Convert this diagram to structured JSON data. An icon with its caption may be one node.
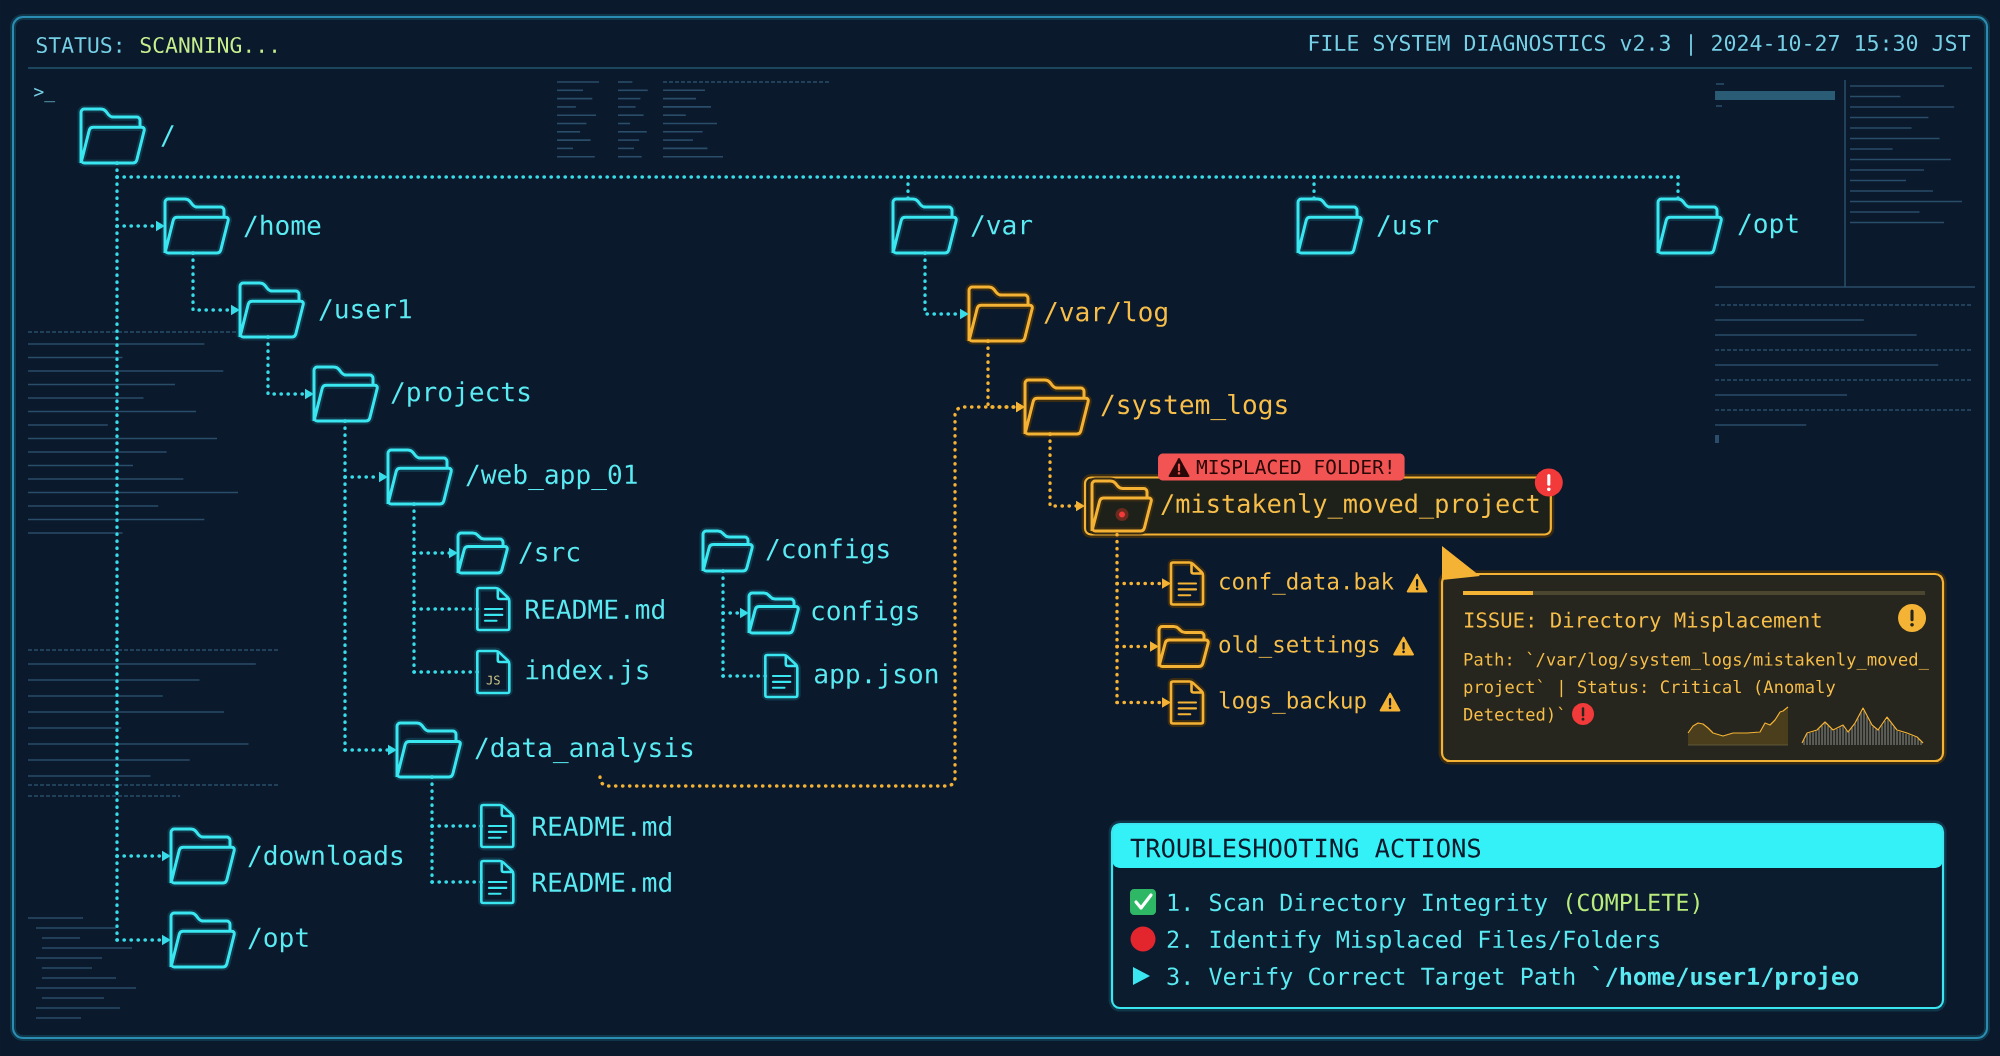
{
  "diagram": {
    "title": "FILE SYSTEM DIAGNOSTICS v2.3 | 2024-10-27 15:30 JST",
    "nodes": [
      {
        "text": [
          "/"
        ]
      },
      {
        "text": [
          "/home"
        ]
      },
      {
        "text": [
          "/var"
        ]
      },
      {
        "text": [
          "/usr"
        ]
      },
      {
        "text": [
          "/opt"
        ]
      },
      {
        "text": [
          "/user1"
        ]
      },
      {
        "text": [
          "/var/log"
        ]
      },
      {
        "text": [
          "/projects"
        ]
      },
      {
        "text": [
          "/system_logs"
        ]
      },
      {
        "text": [
          "MISPLACED FOLDER!"
        ]
      },
      {
        "text": [
          "/web_app_01"
        ]
      },
      {
        "text": [
          "/mistakenly_moved_project"
        ]
      },
      {
        "text": [
          "/src"
        ]
      },
      {
        "text": [
          "/configs"
        ]
      },
      {
        "text": [
          "conf_data.bak"
        ]
      },
      {
        "text": [
          "README.md"
        ]
      },
      {
        "text": [
          "configs"
        ]
      },
      {
        "text": [
          "old_settings"
        ]
      },
      {
        "text": [
          "index.js"
        ]
      },
      {
        "text": [
          "app.json"
        ]
      },
      {
        "text": [
          "logs_backup"
        ]
      },
      {
        "text": [
          "ISSUE: Directory Misplacement",
          "Path: `/var/log/system_logs/mistakenly_moved_project` | Status: Critical (Anomaly Detected)`"
        ]
      },
      {
        "text": [
          "/data_analysis"
        ]
      },
      {
        "text": [
          "README.md"
        ]
      },
      {
        "text": [
          "TROUBLESHOOTING ACTIONS",
          "1. Scan Directory Integrity",
          "(COMPLETE)",
          "2. Identify Misplaced Files/Folders",
          "3. Verify Correct Target Path **`/home/user1/projeo**"
        ]
      },
      {
        "text": [
          "/downloads"
        ]
      },
      {
        "text": [
          "README.md"
        ]
      },
      {
        "text": [
          "/opt"
        ]
      }
    ],
    "edges": [
      {
        "from": 0,
        "to": 1,
        "arrow": "to"
      },
      {
        "from": 0,
        "to": 2,
        "arrow": "none"
      },
      {
        "from": 0,
        "to": 3,
        "arrow": "none"
      },
      {
        "from": 0,
        "to": 4,
        "arrow": "none"
      },
      {
        "from": 0,
        "to": 25,
        "arrow": "to"
      },
      {
        "from": 0,
        "to": 27,
        "arrow": "to"
      },
      {
        "from": 1,
        "to": 5,
        "arrow": "to"
      },
      {
        "from": 5,
        "to": 7,
        "arrow": "to"
      },
      {
        "from": 7,
        "to": 10,
        "arrow": "to"
      },
      {
        "from": 7,
        "to": 22,
        "arrow": "to"
      },
      {
        "from": 10,
        "to": 12,
        "arrow": "to"
      },
      {
        "from": 10,
        "to": 15,
        "arrow": "none"
      },
      {
        "from": 10,
        "to": 18,
        "arrow": "none"
      },
      {
        "from": 13,
        "to": 16,
        "arrow": "to"
      },
      {
        "from": 13,
        "to": 19,
        "arrow": "none"
      },
      {
        "from": 22,
        "to": 23,
        "arrow": "none"
      },
      {
        "from": 22,
        "to": 26,
        "arrow": "none"
      },
      {
        "from": 2,
        "to": 6,
        "arrow": "to"
      },
      {
        "from": 6,
        "to": 8,
        "arrow": "to",
        "color": "#f5b335"
      },
      {
        "from": 22,
        "to": 8,
        "arrow": "to",
        "color": "#f5b335"
      },
      {
        "from": 8,
        "to": 11,
        "arrow": "to",
        "color": "#f5b335"
      },
      {
        "from": 11,
        "to": 14,
        "arrow": "to",
        "color": "#f5b335"
      },
      {
        "from": 11,
        "to": 17,
        "arrow": "to",
        "color": "#f5b335"
      },
      {
        "from": 11,
        "to": 20,
        "arrow": "to",
        "color": "#f5b335"
      }
    ],
    "labels": [
      "STATUS:",
      "SCANNING...",
      ">_",
      "JS"
    ]
  }
}
